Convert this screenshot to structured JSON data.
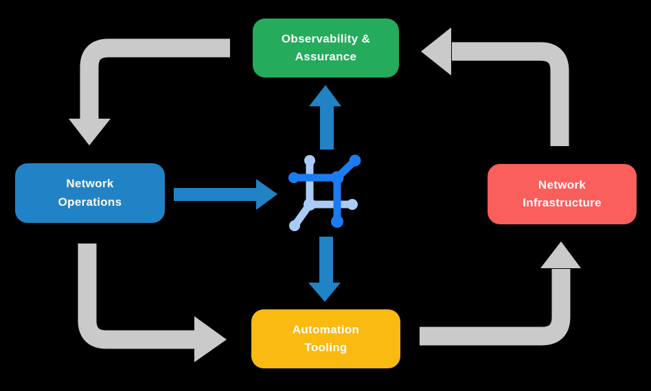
{
  "nodes": {
    "observability": {
      "label": "Observability &\nAssurance",
      "color": "#24AB5B"
    },
    "operations": {
      "label": "Network\nOperations",
      "color": "#2183C5"
    },
    "infrastructure": {
      "label": "Network\nInfrastructure",
      "color": "#FA5F5C"
    },
    "automation": {
      "label": "Automation\nTooling",
      "color": "#FBBA12"
    }
  },
  "colors": {
    "background": "#000000",
    "node_text": "#FFFFFF",
    "cycle_arrow": "#CACACA",
    "flow_arrow": "#2183C5",
    "icon_primary": "#1B7CF2",
    "icon_secondary": "#A9CBF8"
  },
  "icons": {
    "center": "network-nodes-icon"
  },
  "flows": {
    "cycle": [
      "Observability & Assurance -> Network Operations",
      "Network Operations -> Automation Tooling",
      "Automation Tooling -> Network Infrastructure",
      "Network Infrastructure -> Observability & Assurance"
    ],
    "platform": [
      "Network Operations -> center icon",
      "center icon -> Observability & Assurance",
      "center icon -> Automation Tooling"
    ]
  }
}
